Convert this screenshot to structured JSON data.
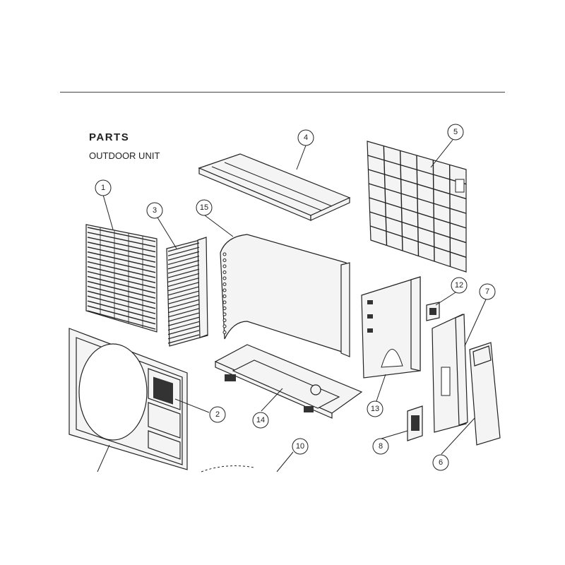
{
  "header": {
    "title": "PARTS",
    "subtitle": "OUTDOOR UNIT"
  },
  "callouts": [
    {
      "id": "c1",
      "label": "1"
    },
    {
      "id": "c2",
      "label": "2"
    },
    {
      "id": "c3",
      "label": "3"
    },
    {
      "id": "c4",
      "label": "4"
    },
    {
      "id": "c5",
      "label": "5"
    },
    {
      "id": "c6",
      "label": "6"
    },
    {
      "id": "c7",
      "label": "7"
    },
    {
      "id": "c8",
      "label": "8"
    },
    {
      "id": "c10",
      "label": "10"
    },
    {
      "id": "c12",
      "label": "12"
    },
    {
      "id": "c13",
      "label": "13"
    },
    {
      "id": "c14",
      "label": "14"
    },
    {
      "id": "c15",
      "label": "15"
    }
  ]
}
